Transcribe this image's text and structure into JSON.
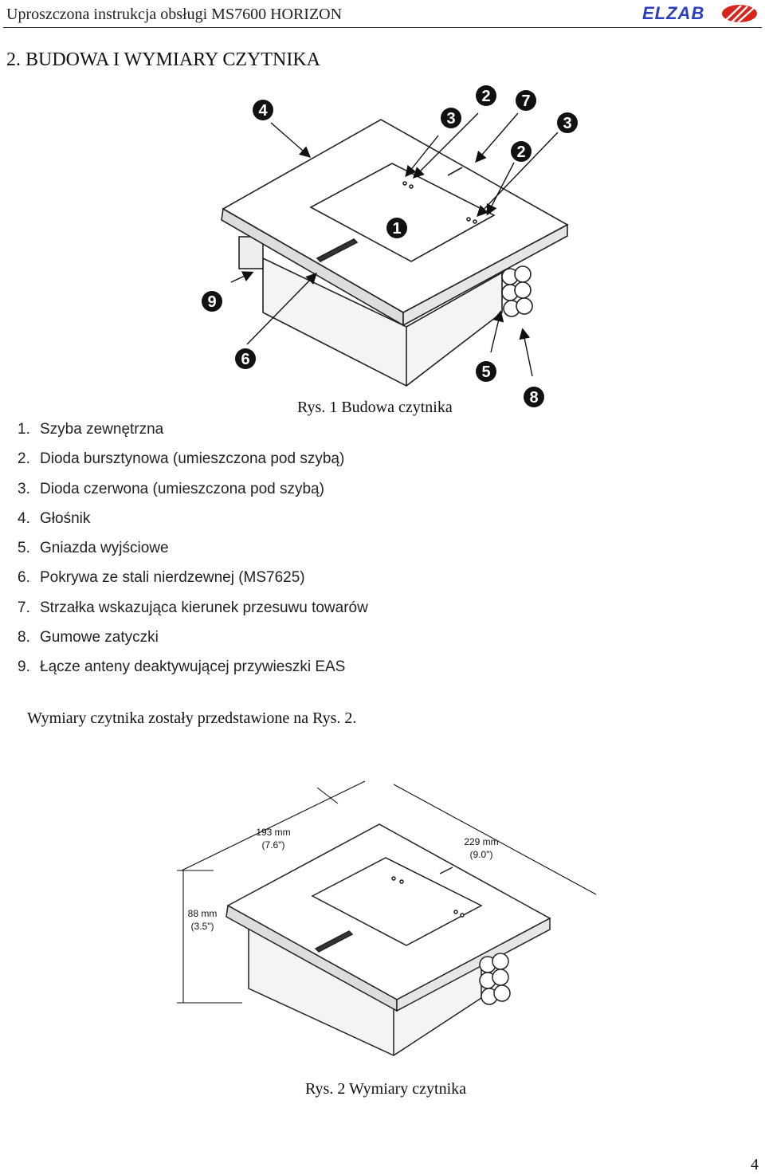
{
  "header": {
    "title": "Uproszczona instrukcja obsługi MS7600 HORIZON",
    "logo_text": "ELZAB"
  },
  "section": {
    "title": "2. BUDOWA I WYMIARY CZYTNIKA"
  },
  "figure1": {
    "caption": "Rys. 1 Budowa czytnika",
    "callouts": [
      "4",
      "3",
      "2",
      "7",
      "3",
      "2",
      "1",
      "9",
      "6",
      "5",
      "8"
    ]
  },
  "legend": {
    "items": [
      {
        "num": "1.",
        "text": "Szyba zewnętrzna"
      },
      {
        "num": "2.",
        "text": "Dioda bursztynowa (umieszczona pod szybą)"
      },
      {
        "num": "3.",
        "text": "Dioda czerwona (umieszczona pod szybą)"
      },
      {
        "num": "4.",
        "text": "Głośnik"
      },
      {
        "num": "5.",
        "text": "Gniazda wyjściowe"
      },
      {
        "num": "6.",
        "text": "Pokrywa ze stali nierdzewnej (MS7625)"
      },
      {
        "num": "7.",
        "text": "Strzałka wskazująca kierunek przesuwu towarów"
      },
      {
        "num": "8.",
        "text": "Gumowe zatyczki"
      },
      {
        "num": "9.",
        "text": "Łącze anteny deaktywującej przywieszki EAS"
      }
    ]
  },
  "paragraph": "Wymiary czytnika zostały przedstawione na Rys. 2.",
  "figure2": {
    "caption": "Rys. 2 Wymiary czytnika",
    "dim_width_mm": "193 mm",
    "dim_width_in": "(7.6\")",
    "dim_depth_mm": "229 mm",
    "dim_depth_in": "(9.0\")",
    "dim_height_mm": "88 mm",
    "dim_height_in": "(3.5\")"
  },
  "page_number": "4"
}
